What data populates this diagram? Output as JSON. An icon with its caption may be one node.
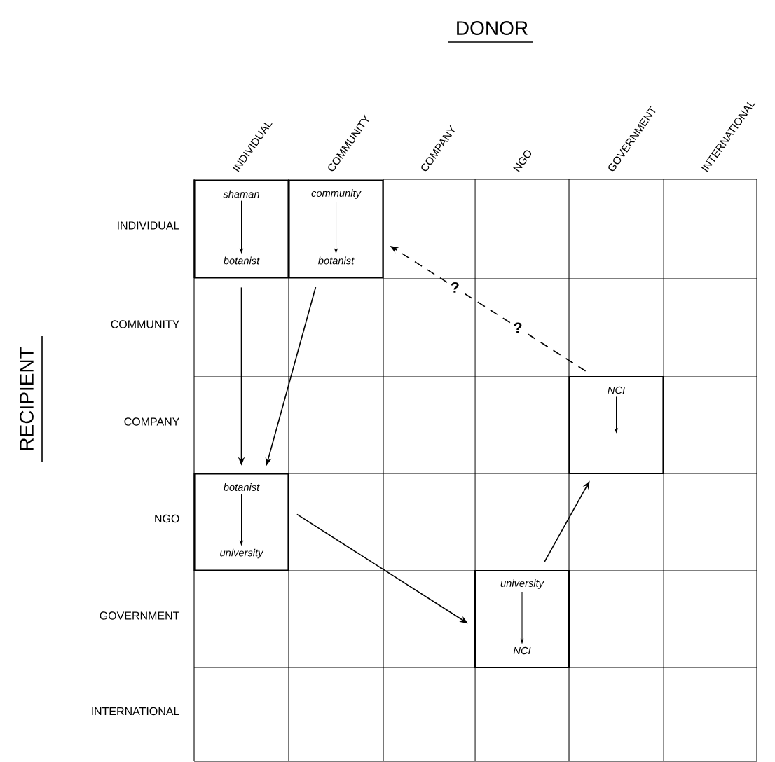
{
  "diagram": {
    "nodes": [
      {
        "text": [],
        "shape": "box"
      },
      {
        "text": [
          "shaman"
        ],
        "in": 0
      },
      {
        "text": [
          "botanist"
        ],
        "in": 0
      },
      {
        "text": [],
        "shape": "box"
      },
      {
        "text": [
          "community"
        ],
        "in": 3
      },
      {
        "text": [
          "botanist"
        ],
        "in": 3
      },
      {
        "text": [],
        "shape": "box"
      },
      {
        "text": [
          "botanist"
        ],
        "in": 6
      },
      {
        "text": [
          "university"
        ],
        "in": 6
      },
      {
        "text": [],
        "shape": "box"
      },
      {
        "text": [
          "university"
        ],
        "in": 9
      },
      {
        "text": [
          "NCI"
        ],
        "in": 9
      },
      {
        "text": [],
        "shape": "box"
      },
      {
        "text": [
          "NCI"
        ],
        "in": 12
      }
    ],
    "edges": [
      {
        "from": 1,
        "to": 2,
        "arrow": "to"
      },
      {
        "from": 4,
        "to": 5,
        "arrow": "to"
      },
      {
        "from": 7,
        "to": 8,
        "arrow": "to"
      },
      {
        "from": 10,
        "to": 11,
        "arrow": "to"
      },
      {
        "from": 13,
        "to": null,
        "arrow": "to"
      },
      {
        "from": 0,
        "to": 6,
        "arrow": "to"
      },
      {
        "from": 3,
        "to": 6,
        "arrow": "to"
      },
      {
        "from": 6,
        "to": 9,
        "arrow": "to"
      },
      {
        "from": 9,
        "to": 12,
        "arrow": "to"
      },
      {
        "from": 12,
        "to": 3,
        "arrow": "to",
        "style": "dashed",
        "label": "?"
      }
    ],
    "labels": [
      "DONOR",
      "INDIVIDUAL",
      "COMMUNITY",
      "COMPANY",
      "NGO",
      "GOVERNMENT",
      "INTERNATIONAL",
      "RECIPIENT",
      "INDIVIDUAL",
      "COMMUNITY",
      "COMPANY",
      "NGO",
      "GOVERNMENT",
      "INTERNATIONAL",
      "?"
    ]
  }
}
